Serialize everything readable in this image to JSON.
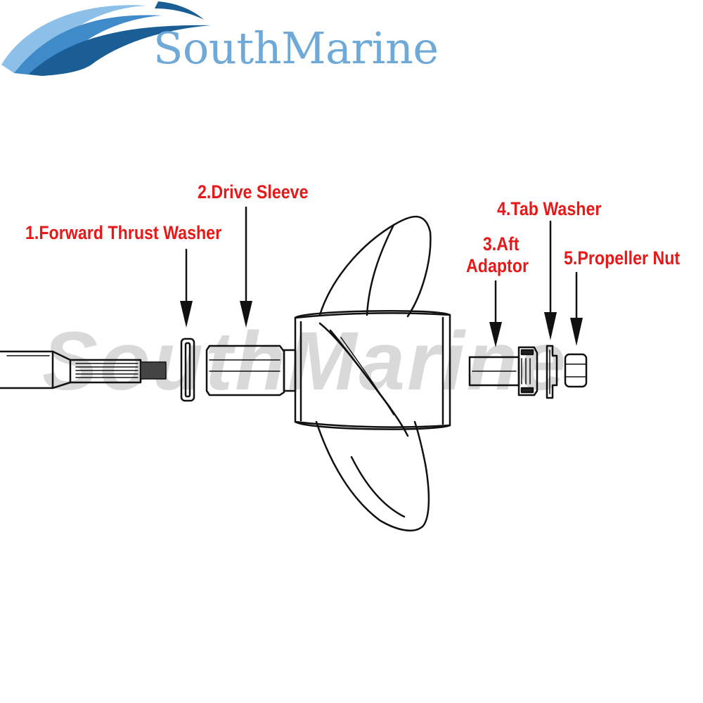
{
  "brand": {
    "name": "SouthMarine",
    "watermark": "SouthMarine",
    "colors": {
      "logo_text": "#6FA9D8",
      "wave_dark": "#1B5E96",
      "wave_mid": "#3F8BC9",
      "wave_light": "#8CC0E8",
      "watermark": "#D9D9D9"
    }
  },
  "colors": {
    "label": "#E81818",
    "line": "#111111"
  },
  "parts": [
    {
      "number": "1",
      "label": "1.Forward Thrust Washer"
    },
    {
      "number": "2",
      "label": "2.Drive Sleeve"
    },
    {
      "number": "3",
      "label_line1": "3.Aft",
      "label_line2": "Adaptor"
    },
    {
      "number": "4",
      "label": "4.Tab Washer"
    },
    {
      "number": "5",
      "label": "5.Propeller Nut"
    }
  ]
}
